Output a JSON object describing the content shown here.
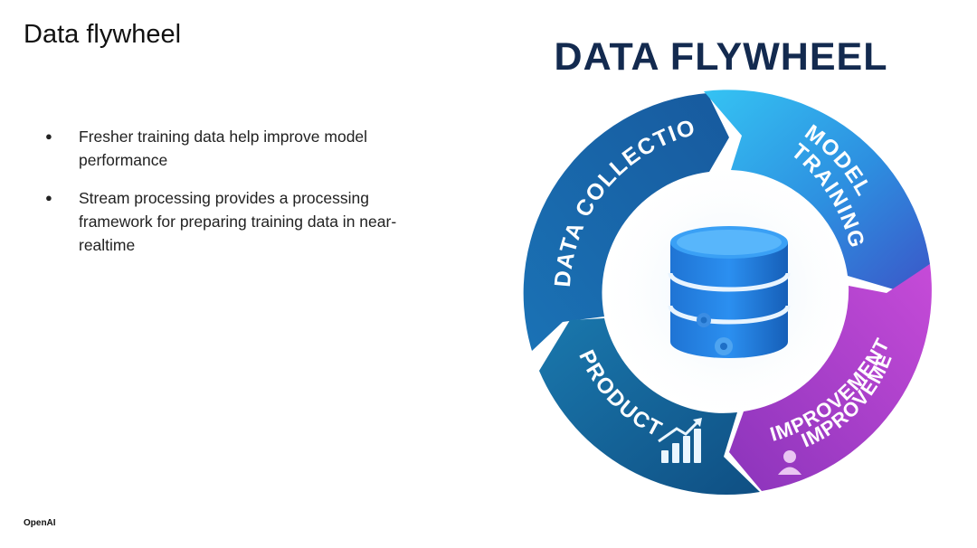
{
  "slide": {
    "title": "Data flywheel",
    "bullets": [
      "Fresher training data help improve model performance",
      "Stream processing provides a processing framework for preparing training data in near-realtime"
    ],
    "bullet_symbol": "●",
    "footer": "OpenAI"
  },
  "diagram": {
    "heading": "DATA FLYWHEEL",
    "segments": {
      "data_collection": "DATA COLLECTION",
      "model_line1": "MODEL",
      "model_line2": "TRAINING",
      "improvement_outer": "IMPROVEMENT",
      "improvement_inner": "IMPROVEMENT",
      "product": "PRODUCT"
    },
    "center_icon": "database-icon",
    "colors": {
      "heading": "#132a4f",
      "collection": "#1763a8",
      "training": "#2fb1ea",
      "improvement": "#b23cc9",
      "product": "#125f95"
    }
  }
}
